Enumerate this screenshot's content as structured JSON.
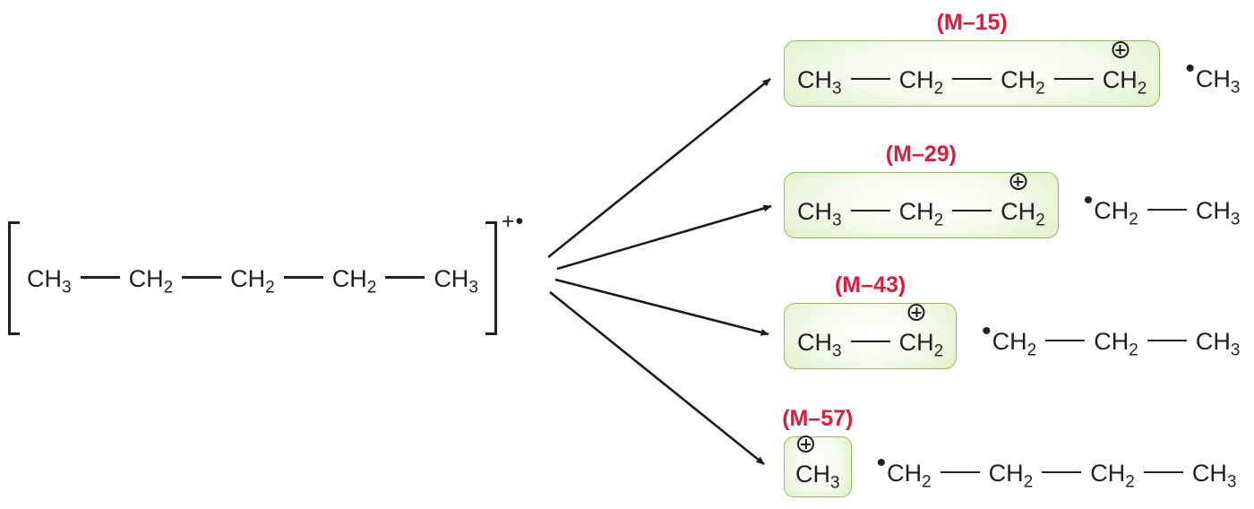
{
  "colors": {
    "text_black": "#231f20",
    "label_red": "#d51f3c",
    "highlight_green_edge": "#8fbe53"
  },
  "parent_ion": {
    "charge_label": "+•",
    "formula": [
      {
        "t": "CH",
        "s": "3"
      },
      {
        "b": 1
      },
      {
        "t": "CH",
        "s": "2"
      },
      {
        "b": 1
      },
      {
        "t": "CH",
        "s": "2"
      },
      {
        "b": 1
      },
      {
        "t": "CH",
        "s": "2"
      },
      {
        "b": 1
      },
      {
        "t": "CH",
        "s": "3"
      }
    ]
  },
  "fragments": [
    {
      "loss_label": "(M–15)",
      "cation": [
        {
          "t": "CH",
          "s": "3"
        },
        {
          "b": 1
        },
        {
          "t": "CH",
          "s": "2"
        },
        {
          "b": 1
        },
        {
          "t": "CH",
          "s": "2"
        },
        {
          "b": 1
        },
        {
          "t": "CH",
          "s": "2",
          "charge": true
        }
      ],
      "radical": [
        {
          "t": "CH",
          "s": "3",
          "radical": true
        }
      ]
    },
    {
      "loss_label": "(M–29)",
      "cation": [
        {
          "t": "CH",
          "s": "3"
        },
        {
          "b": 1
        },
        {
          "t": "CH",
          "s": "2"
        },
        {
          "b": 1
        },
        {
          "t": "CH",
          "s": "2",
          "charge": true
        }
      ],
      "radical": [
        {
          "t": "CH",
          "s": "2",
          "radical": true
        },
        {
          "b": 1
        },
        {
          "t": "CH",
          "s": "3"
        }
      ]
    },
    {
      "loss_label": "(M–43)",
      "cation": [
        {
          "t": "CH",
          "s": "3"
        },
        {
          "b": 1
        },
        {
          "t": "CH",
          "s": "2",
          "charge": true
        }
      ],
      "radical": [
        {
          "t": "CH",
          "s": "2",
          "radical": true
        },
        {
          "b": 1
        },
        {
          "t": "CH",
          "s": "2"
        },
        {
          "b": 1
        },
        {
          "t": "CH",
          "s": "3"
        }
      ]
    },
    {
      "loss_label": "(M–57)",
      "cation": [
        {
          "t": "CH",
          "s": "3",
          "charge": true,
          "chargeAlign": "left"
        }
      ],
      "radical": [
        {
          "t": "CH",
          "s": "2",
          "radical": true
        },
        {
          "b": 1
        },
        {
          "t": "CH",
          "s": "2"
        },
        {
          "b": 1
        },
        {
          "t": "CH",
          "s": "2"
        },
        {
          "b": 1
        },
        {
          "t": "CH",
          "s": "3"
        }
      ]
    }
  ]
}
